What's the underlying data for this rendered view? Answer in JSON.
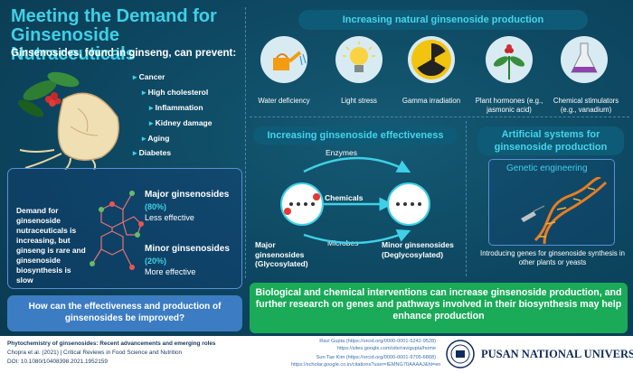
{
  "title": "Meeting the Demand for Ginsenoside Nutraceuticals",
  "subtitle": "Ginsenosides, found in ginseng, can prevent:",
  "conditions": [
    "Cancer",
    "High cholesterol",
    "Inflammation",
    "Kidney damage",
    "Aging",
    "Diabetes"
  ],
  "demand_text": "Demand for ginsenoside nutraceuticals is increasing, but ginseng is rare and ginsenoside biosynthesis is slow",
  "major": {
    "label": "Major ginsenosides",
    "percent": "(80%)",
    "effect": "Less effective"
  },
  "minor": {
    "label": "Minor ginsenosides",
    "percent": "(20%)",
    "effect": "More effective"
  },
  "question": "How can the effectiveness and production of ginsenosides be improved?",
  "natural_heading": "Increasing natural ginsenoside production",
  "natural_items": [
    {
      "label": "Water deficiency",
      "icon": "watering-can-icon"
    },
    {
      "label": "Light stress",
      "icon": "light-bulb-icon"
    },
    {
      "label": "Gamma irradiation",
      "icon": "radiation-icon"
    },
    {
      "label": "Plant hormones (e.g., jasmonic acid)",
      "icon": "plant-icon"
    },
    {
      "label": "Chemical stimulators (e.g., vanadium)",
      "icon": "flask-icon"
    }
  ],
  "effectiveness_heading": "Increasing ginsenoside effectiveness",
  "enzymes_label": "Enzymes",
  "chemicals_label": "Chemicals",
  "microbes_label": "Microbes",
  "major_gly": "Major ginsenosides (Glycosylated)",
  "minor_degly": "Minor ginsenosides (Deglycosylated)",
  "artificial_heading": "Artificial systems for ginsenoside production",
  "genetic_label": "Genetic engineering",
  "genetic_caption": "Introducing genes for ginsenoside synthesis in other plants or yeasts",
  "conclusion": "Biological and chemical interventions can increase ginsenoside production, and further research on genes and pathways involved in their biosynthesis may help enhance production",
  "footer": {
    "paper_title": "Phytochemistry of ginsenosides: Recent advancements and emerging roles",
    "authors": "Chopra et al. (2021) | Critical Reviews in Food Science and Nutrition",
    "doi": "DOI: 10.1080/10408398.2021.1952159",
    "credit1_name": "Ravi Gupta (https://orcid.org/0000-0001-5242-9528)",
    "credit1_url": "https://sites.google.com/site/ravigupta/home",
    "credit2_name": "Sun Tae Kim (https://orcid.org/0000-0001-9705-6868)",
    "credit2_url": "https://scholar.google.co.in/citations?user=IEMNG70AAAAJ&hl=en",
    "university": "PUSAN NATIONAL UNIVERSITY"
  },
  "colors": {
    "accent": "#3fd0e6",
    "background": "#0d4660",
    "green": "#1aaa58",
    "question_blue": "#3c7cc2"
  }
}
